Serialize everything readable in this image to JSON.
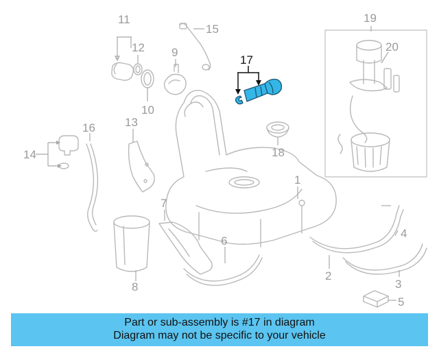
{
  "diagram": {
    "highlighted_part": "17",
    "callouts": [
      {
        "id": "1",
        "label": "1"
      },
      {
        "id": "2",
        "label": "2"
      },
      {
        "id": "3",
        "label": "3"
      },
      {
        "id": "4",
        "label": "4"
      },
      {
        "id": "5",
        "label": "5"
      },
      {
        "id": "6",
        "label": "6"
      },
      {
        "id": "7",
        "label": "7"
      },
      {
        "id": "8",
        "label": "8"
      },
      {
        "id": "9",
        "label": "9"
      },
      {
        "id": "10",
        "label": "10"
      },
      {
        "id": "11",
        "label": "11"
      },
      {
        "id": "12",
        "label": "12"
      },
      {
        "id": "13",
        "label": "13"
      },
      {
        "id": "14",
        "label": "14"
      },
      {
        "id": "15",
        "label": "15"
      },
      {
        "id": "16",
        "label": "16"
      },
      {
        "id": "17",
        "label": "17"
      },
      {
        "id": "18",
        "label": "18"
      },
      {
        "id": "19",
        "label": "19"
      },
      {
        "id": "20",
        "label": "20"
      }
    ],
    "colors": {
      "highlight": "#35b6e8",
      "line_art": "#b8b8b8",
      "banner": "#5bc4f0"
    }
  },
  "banner": {
    "line1": "Part or sub-assembly is #17 in diagram",
    "line2": "Diagram may not be specific to your vehicle"
  }
}
